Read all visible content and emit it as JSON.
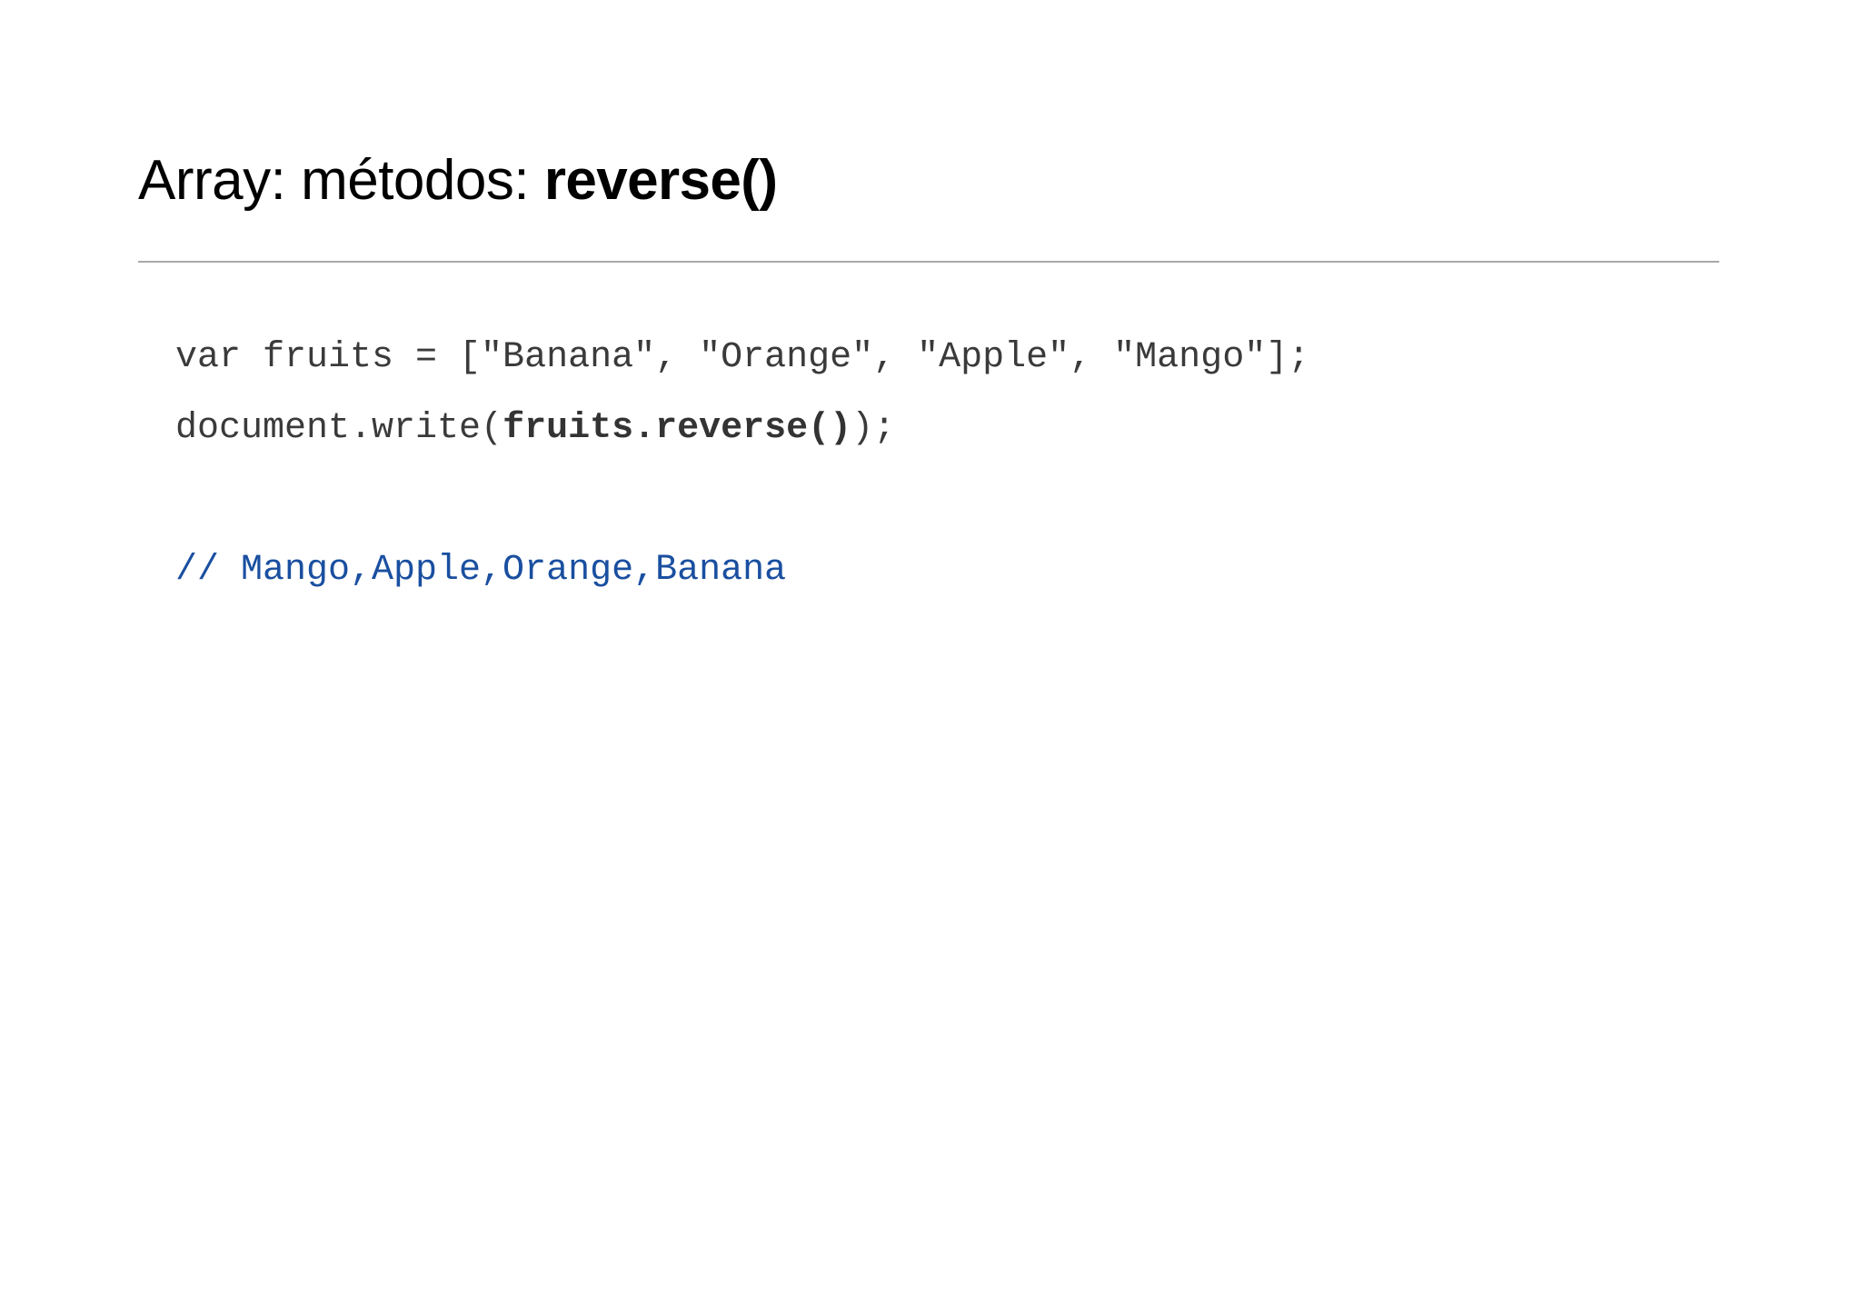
{
  "slide": {
    "background_color": "#ffffff",
    "title": {
      "prefix": "Array: métodos: ",
      "method": "reverse()"
    },
    "divider": {
      "color": "#a8a8a8"
    },
    "code": {
      "text_color": "#3a3a3a",
      "comment_color": "#1a4fa0",
      "lines": [
        {
          "id": "line-1",
          "segments": [
            {
              "text": "var fruits = [\"Banana\", \"Orange\", \"Apple\", \"Mango\"];",
              "style": "plain"
            }
          ]
        },
        {
          "id": "line-2",
          "segments": [
            {
              "text": "document.write(",
              "style": "plain"
            },
            {
              "text": "fruits.reverse()",
              "style": "bold"
            },
            {
              "text": ");",
              "style": "plain"
            }
          ]
        },
        {
          "id": "line-3",
          "segments": []
        },
        {
          "id": "line-4",
          "segments": [
            {
              "text": "// Mango,Apple,Orange,Banana",
              "style": "comment"
            }
          ]
        }
      ]
    }
  }
}
